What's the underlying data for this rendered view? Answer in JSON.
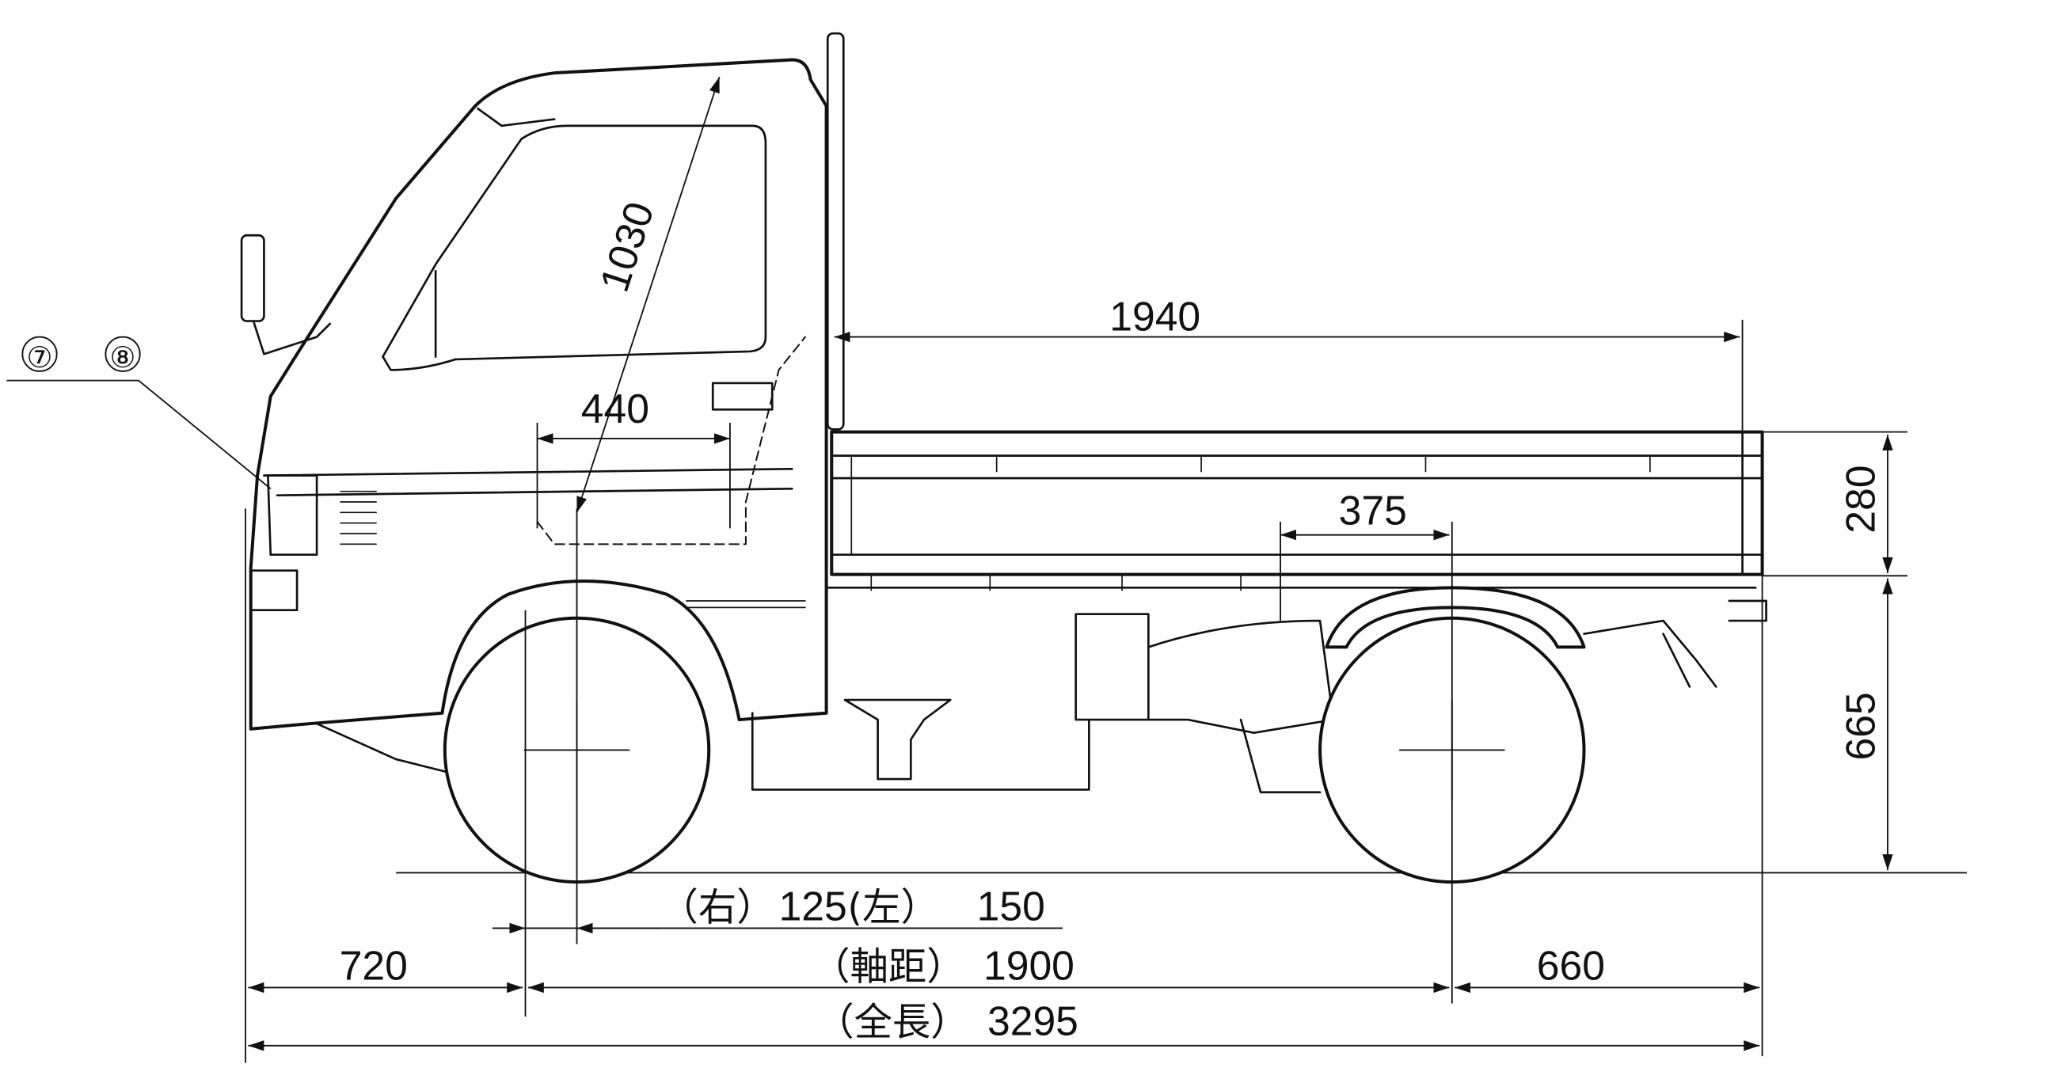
{
  "drawing": {
    "callouts": [
      "⑦",
      "⑧"
    ],
    "dimensions": {
      "deck_length": "1940",
      "seat_length": "440",
      "head_clearance": "1030",
      "rear_wheel_offset": "375",
      "deck_height": "280",
      "floor_height": "665",
      "front_overhang": "720",
      "wheelbase_label": "（軸距）",
      "wheelbase": "1900",
      "rear_overhang": "660",
      "total_length_label": "（全長）",
      "total_length": "3295",
      "right_label": "（右）",
      "right_value": "125",
      "left_label": "(左）",
      "left_value": "150"
    }
  }
}
